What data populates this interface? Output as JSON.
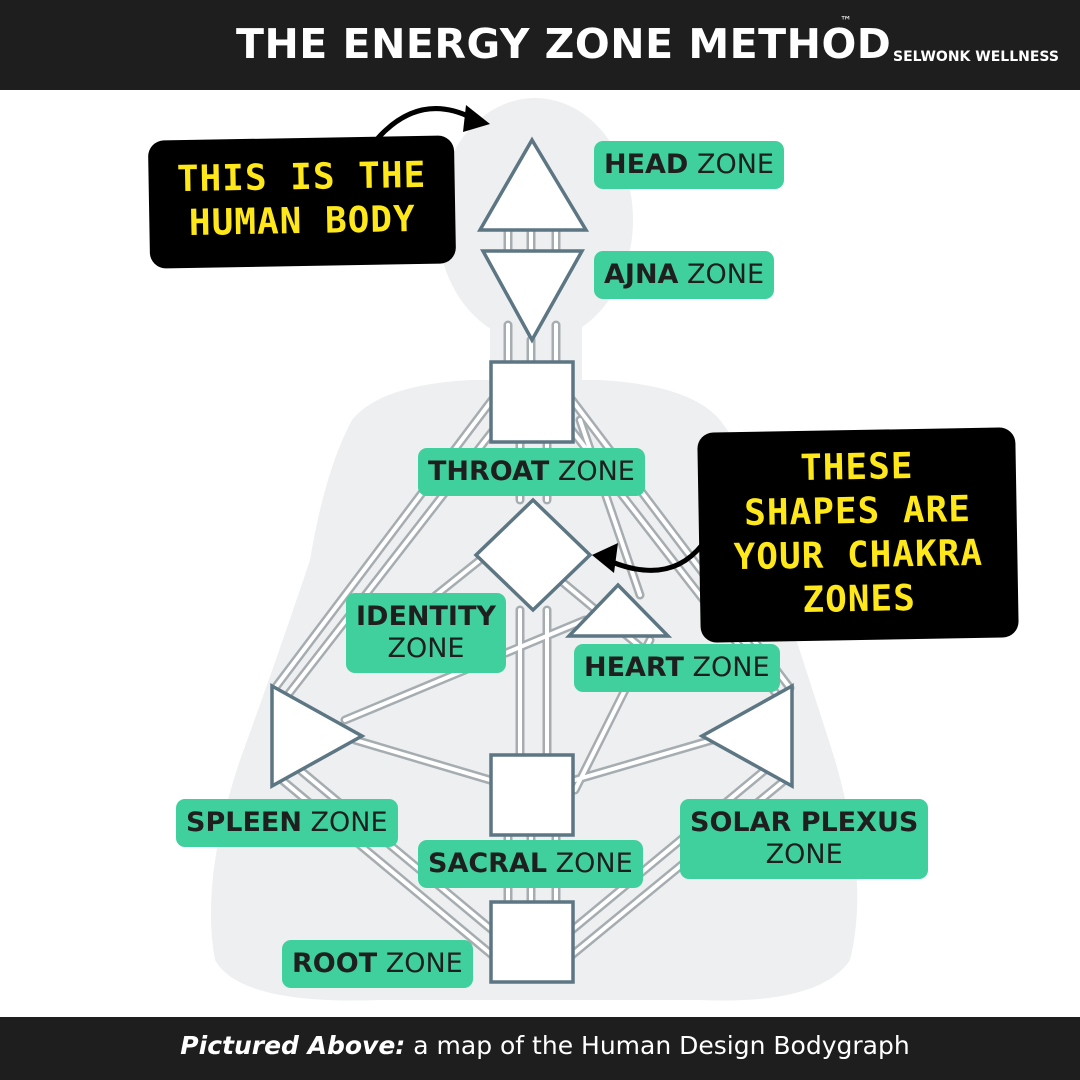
{
  "header": {
    "title": "THE ENERGY ZONE METHOD",
    "trademark": "™",
    "brand": "SELWONK WELLNESS"
  },
  "callouts": {
    "body": [
      "THIS IS THE",
      "HUMAN BODY"
    ],
    "shapes": [
      "THESE",
      "SHAPES ARE",
      "YOUR CHAKRA",
      "ZONES"
    ]
  },
  "zones": {
    "head": {
      "name": "HEAD",
      "suffix": "ZONE"
    },
    "ajna": {
      "name": "AJNA",
      "suffix": "ZONE"
    },
    "throat": {
      "name": "THROAT",
      "suffix": "ZONE"
    },
    "identity": {
      "name": "IDENTITY",
      "suffix": "ZONE"
    },
    "heart": {
      "name": "HEART",
      "suffix": "ZONE"
    },
    "spleen": {
      "name": "SPLEEN",
      "suffix": "ZONE"
    },
    "solar_plexus": {
      "name": "SOLAR PLEXUS",
      "suffix": "ZONE"
    },
    "sacral": {
      "name": "SACRAL",
      "suffix": "ZONE"
    },
    "root": {
      "name": "ROOT",
      "suffix": "ZONE"
    }
  },
  "footer": {
    "caption_em": "Pictured Above:",
    "caption_rest": " a map of the Human Design Bodygraph"
  },
  "colors": {
    "bar": "#1e1e1e",
    "zone_label": "#3fd09d",
    "callout_text": "#ffe81a",
    "center_stroke": "#5d7683",
    "silhouette": "#eeeff0"
  }
}
